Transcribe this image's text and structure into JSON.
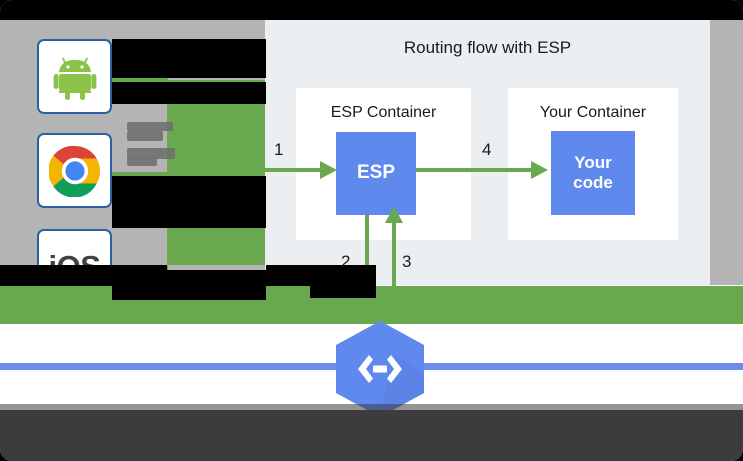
{
  "diagram": {
    "title": "Routing flow with ESP",
    "containers": [
      {
        "name": "esp-container",
        "title": "ESP Container",
        "box_label": "ESP"
      },
      {
        "name": "your-container",
        "title": "Your Container",
        "box_label_line1": "Your",
        "box_label_line2": "code"
      }
    ],
    "arrows": [
      {
        "id": "1",
        "label": "1",
        "from": "clients",
        "to": "esp",
        "direction": "right"
      },
      {
        "id": "2",
        "label": "2",
        "from": "esp",
        "to": "endpoints",
        "direction": "down"
      },
      {
        "id": "3",
        "label": "3",
        "from": "endpoints",
        "to": "esp",
        "direction": "up"
      },
      {
        "id": "4",
        "label": "4",
        "from": "esp",
        "to": "your-code",
        "direction": "right"
      }
    ]
  },
  "clients": {
    "items": [
      {
        "name": "android",
        "icon": "android-icon",
        "label": ""
      },
      {
        "name": "chrome",
        "icon": "chrome-icon",
        "label": ""
      },
      {
        "name": "ios",
        "icon": "ios-icon",
        "label": "iOS"
      }
    ]
  },
  "service": {
    "icon": "cloud-endpoints-hexagon-icon",
    "glyph": "< - >",
    "caption": ""
  },
  "colors": {
    "arrow_green": "#6aa84f",
    "box_blue": "#6089ee",
    "panel_grey": "#eceff1",
    "page_grey": "#b4b4b4",
    "rule_blue": "#6b8ceb",
    "icon_border_blue": "#2d5fa4",
    "android_green": "#8bc34a",
    "ios_grey": "#3c4447",
    "veil_dark": "#3c3c3c"
  }
}
